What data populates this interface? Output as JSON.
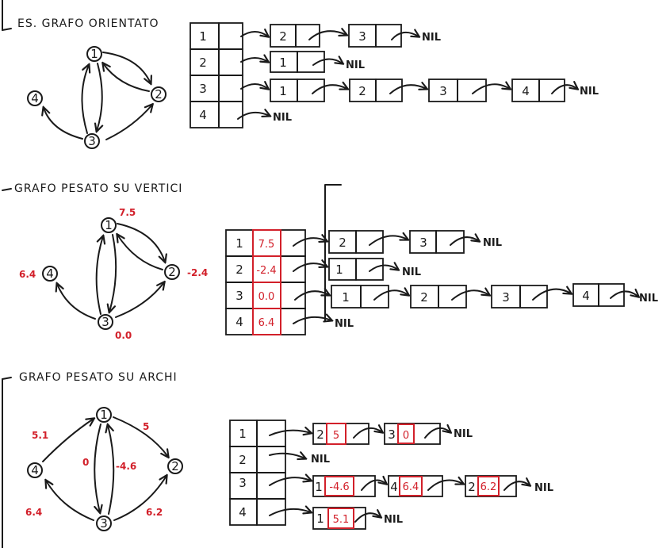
{
  "colors": {
    "ink": "#1a1a1a",
    "weight": "#d2202a"
  },
  "sections": [
    {
      "title": "ES. GRAFO ORIENTATO",
      "nodes": [
        "1",
        "2",
        "3",
        "4"
      ],
      "table": [
        {
          "key": "1",
          "list": [
            {
              "v": "2"
            },
            {
              "v": "3"
            }
          ]
        },
        {
          "key": "2",
          "list": [
            {
              "v": "1"
            }
          ]
        },
        {
          "key": "3",
          "list": [
            {
              "v": "1"
            },
            {
              "v": "2"
            },
            {
              "v": "3"
            },
            {
              "v": "4"
            }
          ]
        },
        {
          "key": "4",
          "list": []
        }
      ]
    },
    {
      "title": "GRAFO PESATO SU VERTICI",
      "nodes": [
        "1",
        "2",
        "3",
        "4"
      ],
      "node_weights": [
        "7.5",
        "-2.4",
        "0.0",
        "6.4"
      ],
      "table": [
        {
          "key": "1",
          "weight": "7.5",
          "list": [
            {
              "v": "2"
            },
            {
              "v": "3"
            }
          ]
        },
        {
          "key": "2",
          "weight": "-2.4",
          "list": [
            {
              "v": "1"
            }
          ]
        },
        {
          "key": "3",
          "weight": "0.0",
          "list": [
            {
              "v": "1"
            },
            {
              "v": "2"
            },
            {
              "v": "3"
            },
            {
              "v": "4"
            }
          ]
        },
        {
          "key": "4",
          "weight": "6.4",
          "list": []
        }
      ]
    },
    {
      "title": "GRAFO PESATO SU ARCHI",
      "nodes": [
        "1",
        "2",
        "3",
        "4"
      ],
      "edge_weights": [
        "5.1",
        "5",
        "0",
        "-4.6",
        "6.4",
        "6.2"
      ],
      "table": [
        {
          "key": "1",
          "list": [
            {
              "v": "2",
              "w": "5"
            },
            {
              "v": "3",
              "w": "0"
            }
          ]
        },
        {
          "key": "2",
          "list": []
        },
        {
          "key": "3",
          "list": [
            {
              "v": "1",
              "w": "-4.6"
            },
            {
              "v": "4",
              "w": "6.4"
            },
            {
              "v": "2",
              "w": "6.2"
            }
          ]
        },
        {
          "key": "4",
          "list": [
            {
              "v": "1",
              "w": "5.1"
            }
          ]
        }
      ]
    }
  ],
  "nil_label": "NIL"
}
